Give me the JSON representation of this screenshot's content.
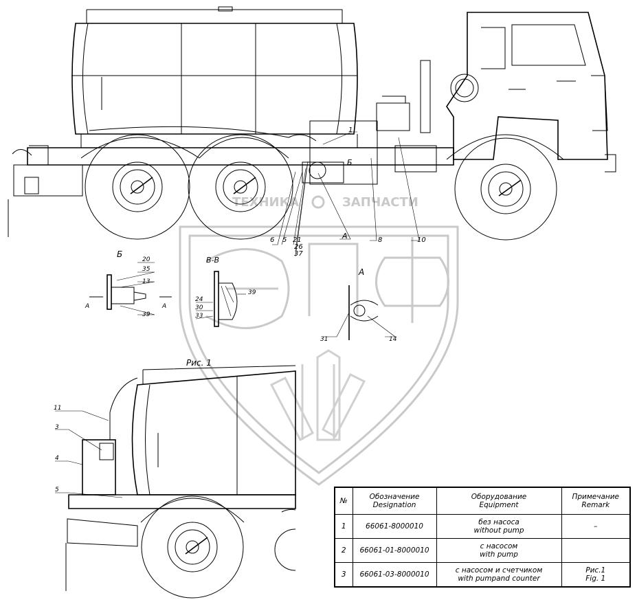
{
  "colors": {
    "line": "#000000",
    "watermark": "#c9c9c9",
    "background": "#ffffff"
  },
  "watermark": {
    "brand_top": "ТЕХНИКА",
    "brand_top2": "ЗАПЧАСТИ",
    "logo_letters": "ЭПФ"
  },
  "main_view": {
    "callouts": [
      "1",
      "Б",
      "6",
      "5",
      "21",
      "26",
      "37",
      "A",
      "8",
      "10"
    ]
  },
  "detail_b": {
    "title": "Б",
    "callouts": [
      "20",
      "35",
      "13",
      "39"
    ],
    "section_marks": [
      "A",
      "A"
    ]
  },
  "detail_vv": {
    "title": "В-В",
    "callouts": [
      "39",
      "24",
      "30",
      "33"
    ]
  },
  "detail_a": {
    "title": "A",
    "callouts": [
      "31",
      "14"
    ]
  },
  "figure": {
    "title": "Рис. 1",
    "callouts": [
      "11",
      "3",
      "4",
      "5"
    ]
  },
  "table": {
    "headers": {
      "num": "№",
      "designation_ru": "Обозначение",
      "designation_en": "Designation",
      "equipment_ru": "Оборудование",
      "equipment_en": "Equipment",
      "remark_ru": "Примечание",
      "remark_en": "Remark"
    },
    "rows": [
      {
        "num": "1",
        "designation": "66061-8000010",
        "equipment_ru": "без насоса",
        "equipment_en": "without pump",
        "remark_ru": "–",
        "remark_en": ""
      },
      {
        "num": "2",
        "designation": "66061-01-8000010",
        "equipment_ru": "с насосом",
        "equipment_en": "with pump",
        "remark_ru": "",
        "remark_en": ""
      },
      {
        "num": "3",
        "designation": "66061-03-8000010",
        "equipment_ru": "с насосом и счетчиком",
        "equipment_en": "with pumpand counter",
        "remark_ru": "Рис.1",
        "remark_en": "Fig. 1"
      }
    ]
  }
}
